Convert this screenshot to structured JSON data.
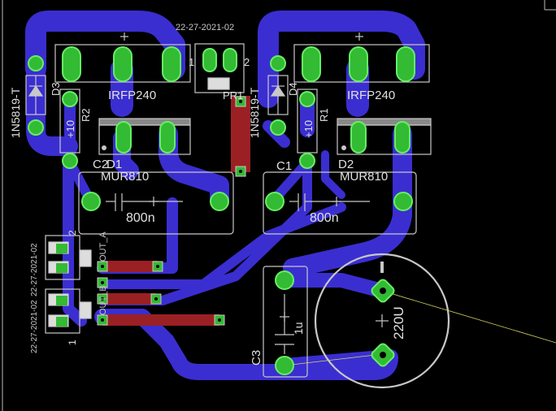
{
  "colors": {
    "background": "#000000",
    "bottom_copper": "#3a2ed1",
    "top_copper": "#9a2024",
    "pad": "#33bb33",
    "pad_ring": "#66ee66",
    "silk": "#c8c8c8",
    "ratsnest": "#d8d860"
  },
  "labels": {
    "date_top": "22-27-2021-02",
    "date_left_a": "22-27-2021-02",
    "date_left_b": "22-27-2021-02",
    "d3_part": "1N5819-T",
    "d3_ref": "D3",
    "d4_part": "1N5819-T",
    "d4_ref": "D4",
    "r2_ref": "R2",
    "r2_val": "+10",
    "r1_ref": "R1",
    "r1_val": "+10",
    "q_left_part": "IRFP240",
    "q_right_part": "IRFP240",
    "header_ref": "PR1",
    "header_pin1": "1",
    "header_pin2": "2",
    "d1_ref": "D1",
    "c2_ref": "C2",
    "d2_ref": "D2",
    "c1_ref": "C1",
    "d1_part": "MUR810",
    "d2_part": "MUR810",
    "c2_val": "800n",
    "c1_val": "800n",
    "c3_ref": "C3",
    "c3_val": "1u",
    "cap_big_val": "220U",
    "conn_a_ref": "OUT_A",
    "conn_b_ref": "OUT_B",
    "conn_pin1": "1",
    "conn_pin2": "2"
  }
}
